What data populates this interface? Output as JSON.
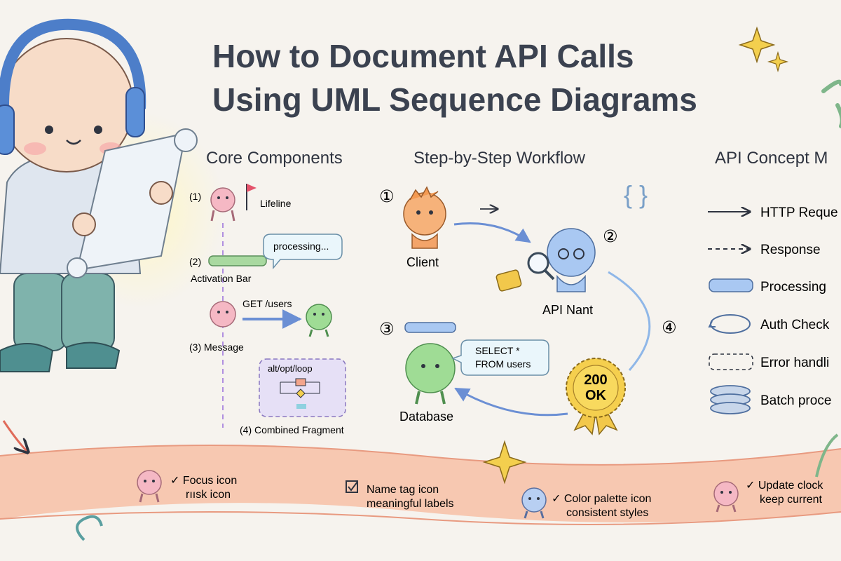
{
  "title": {
    "line1": "How to Document API Calls",
    "line2": "Using UML Sequence Diagrams"
  },
  "sections": {
    "core": "Core Components",
    "workflow": "Step-by-Step Workflow",
    "concept": "API Concept M"
  },
  "core_components": {
    "lifeline": {
      "num": "(1)",
      "label": "Lifeline"
    },
    "activation": {
      "num": "(2)",
      "label": "Activation Bar",
      "bubble": "processing..."
    },
    "message": {
      "label": "(3) Message",
      "text": "GET /users"
    },
    "fragment": {
      "header": "alt/opt/loop",
      "label": "(4) Combined Fragment"
    }
  },
  "workflow": {
    "step1": "①",
    "step2": "②",
    "step3": "③",
    "step4": "④",
    "client": "Client",
    "api": "API Nant",
    "database": "Database",
    "query_line1": "SELECT *",
    "query_line2": "FROM users",
    "badge_line1": "200",
    "badge_line2": "OK",
    "braces": "{ }"
  },
  "concept_map": [
    {
      "icon": "solid-arrow-icon",
      "label": "HTTP Reque"
    },
    {
      "icon": "dashed-arrow-icon",
      "label": "Response"
    },
    {
      "icon": "blue-bar-icon",
      "label": "Processing"
    },
    {
      "icon": "loop-arrow-icon",
      "label": "Auth Check"
    },
    {
      "icon": "dashed-box-icon",
      "label": "Error handli"
    },
    {
      "icon": "rings-icon",
      "label": "Batch proce"
    }
  ],
  "tips": [
    {
      "line1": "✓ Focus icon",
      "line2": "rıısk icon"
    },
    {
      "line1": "Name tag icon",
      "line2": "meaningful labels"
    },
    {
      "line1": "✓ Color palette icon",
      "line2": "consistent styles"
    },
    {
      "line1": "✓ Update clock",
      "line2": "keep current"
    }
  ],
  "colors": {
    "ink": "#2f3440",
    "banner": "#f7c0a6",
    "blue": "#8fb7e8",
    "green": "#8fd18a",
    "pink": "#f5b8c4",
    "gold": "#f2c84b",
    "purple": "#b9a6e6"
  }
}
